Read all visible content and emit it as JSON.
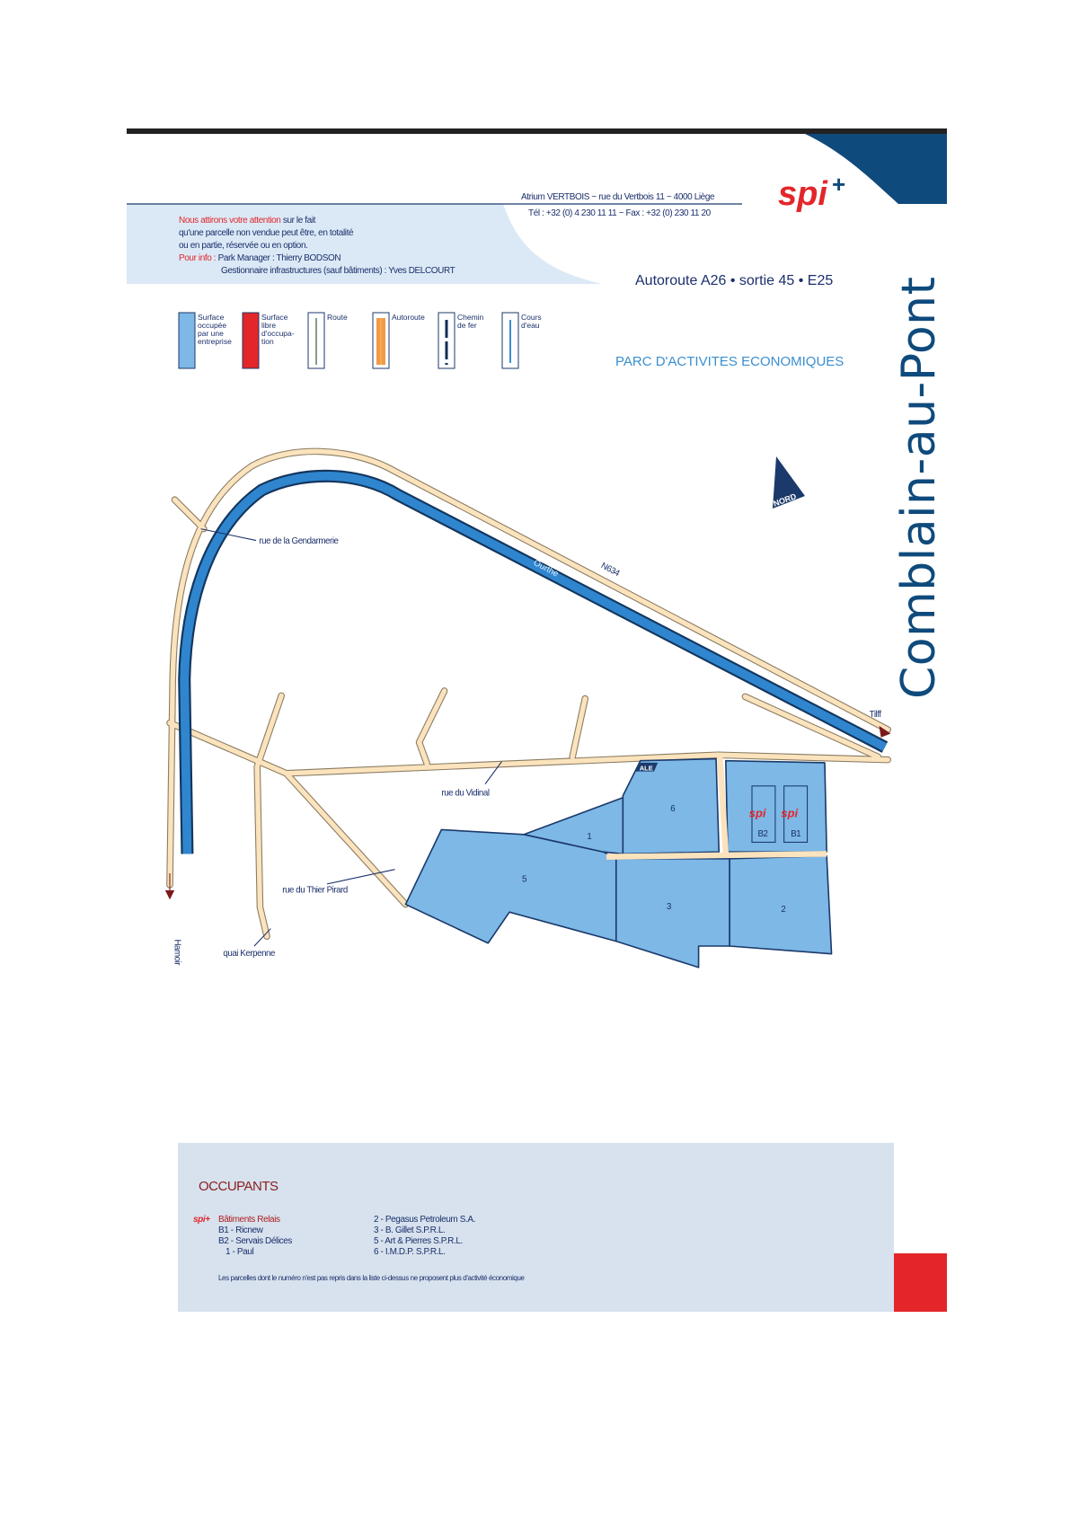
{
  "header": {
    "address": "Atrium VERTBOIS ~ rue du Vertbois 11 ~ 4000 Liège",
    "phone": "Tél : +32 (0) 4 230 11 11 ~ Fax : +32 (0) 230 11 20",
    "logo_text": "spi+",
    "notice": {
      "line1_red": "Nous attirons votre attention",
      "line1_rest": " sur le fait",
      "line2": "qu'une parcelle non vendue peut être, en totalité",
      "line3": "ou en partie, réservée ou en option.",
      "line4_red": "Pour info :",
      "line4_rest": " Park Manager : Thierry BODSON",
      "line5": "Gestionnaire infrastructures (sauf bâtiments) : Yves DELCOURT"
    },
    "highway": "Autoroute A26 • sortie 45 • E25",
    "park_type": "PARC D'ACTIVITES ECONOMIQUES",
    "town": "Comblain-au-Pont"
  },
  "legend": [
    {
      "label1": "Surface",
      "label2": "occupée",
      "label3": "par une",
      "label4": "entreprise",
      "color": "#7db8e6"
    },
    {
      "label1": "Surface",
      "label2": "libre",
      "label3": "d'occupa-",
      "label4": "tion",
      "color": "#e3262a"
    },
    {
      "label1": "Route"
    },
    {
      "label1": "Autoroute"
    },
    {
      "label1": "Chemin",
      "label2": "de fer"
    },
    {
      "label1": "Cours",
      "label2": "d'eau"
    }
  ],
  "map": {
    "north": "NORD",
    "labels": {
      "gendarmerie": "rue de la Gendarmerie",
      "river": "Ourthe",
      "road_n634": "N634",
      "tilff": "Tilff",
      "vidinal": "rue du Vidinal",
      "thier": "rue du Thier Pirard",
      "kerpenne": "quai Kerpenne",
      "hamoir": "Hamoir",
      "ale": "ALE"
    },
    "parcels": {
      "p1": "1",
      "p2": "2",
      "p3": "3",
      "p5": "5",
      "p6": "6",
      "b1": "B1",
      "b2": "B2"
    }
  },
  "occupants": {
    "title": "OCCUPANTS",
    "col1": [
      "Bâtiments Relais",
      "B1 - Ricnew",
      "B2 - Servais Délices",
      "1 - Paul"
    ],
    "col2": [
      "2 - Pegasus Petroleum S.A.",
      "3 - B. Gillet S.P.R.L.",
      "5 - Art & Pierres S.P.R.L.",
      "6 - I.M.D.P. S.P.R.L."
    ],
    "footnote": "Les parcelles dont le numéro n'est pas repris dans la liste ci-dessus ne proposent plus d'activité économique"
  }
}
